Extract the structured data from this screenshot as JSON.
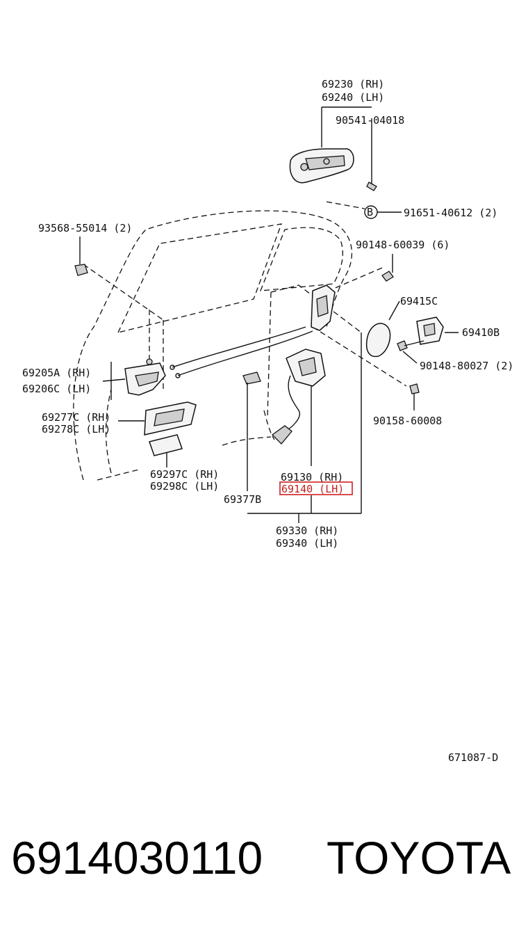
{
  "labels": {
    "outer_handle_rh": "69230 (RH)",
    "outer_handle_lh": "69240 (LH)",
    "screw_90541": "90541-04018",
    "screw_91651": "91651-40612 (2)",
    "callout_b": "B",
    "clip_93568": "93568-55014 (2)",
    "screw_90148_6": "90148-60039 (6)",
    "striker_69415": "69415C",
    "striker_69410": "69410B",
    "screw_90148_2": "90148-80027 (2)",
    "screw_90158": "90158-60008",
    "inner_handle_rh": "69205A (RH)",
    "inner_handle_lh": "69206C (LH)",
    "bezel_rh": "69277C (RH)",
    "bezel_lh": "69278C (LH)",
    "cover_rh": "69297C (RH)",
    "cover_lh": "69298C (LH)",
    "lock_rh": "69130 (RH)",
    "lock_lh": "69140 (LH)",
    "clamp": "69377B",
    "assy_rh": "69330 (RH)",
    "assy_lh": "69340 (LH)",
    "diagram_code": "671087-D"
  },
  "highlight": {
    "color": "#d01e1e",
    "target": "69140 (LH)"
  },
  "footer": {
    "part_number": "6914030110",
    "brand": "TOYOTA"
  }
}
